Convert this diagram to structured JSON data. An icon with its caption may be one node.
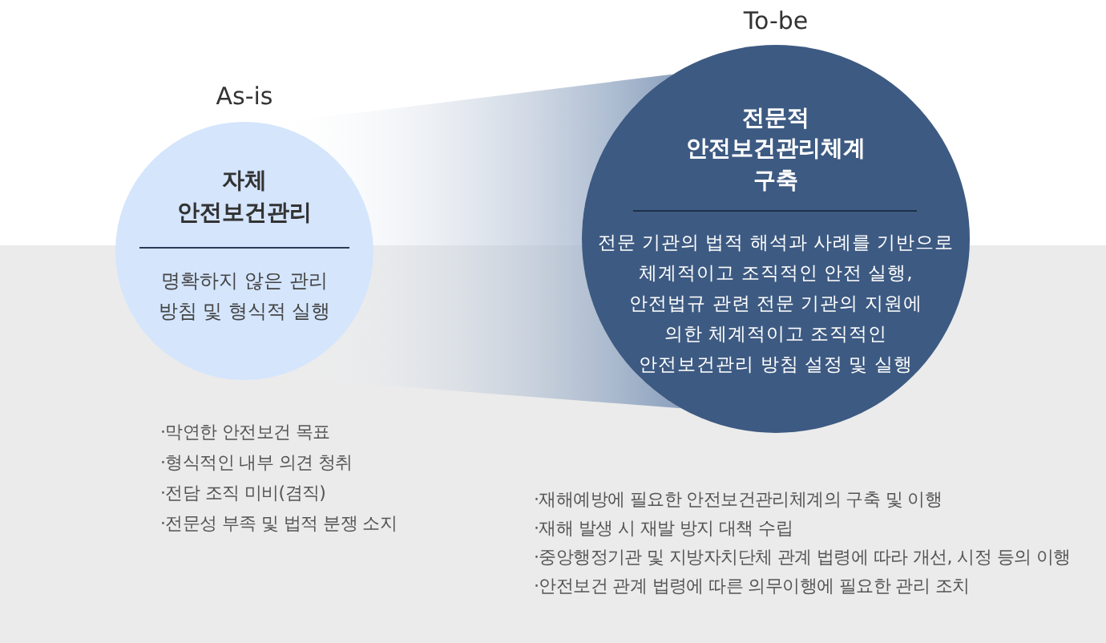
{
  "diagram": {
    "nodes": [
      {
        "text": [
          "As-is",
          "자체 안전보건관리",
          "명확하지 않은 관리 방침 및 형식적 실행"
        ]
      },
      {
        "text": [
          "To-be",
          "전문적 안전보건관리체계 구축",
          "전문 기관의 법적 해석과 사례를 기반으로 체계적이고 조직적인 안전 실행, 안전법규 관련 전문 기관의 지원에 의한 체계적이고 조직적인 안전보건관리 방침 설정 및 실행"
        ]
      }
    ],
    "edges": [
      {
        "from": 0,
        "to": 1,
        "arrow": "none"
      }
    ],
    "labels": [
      "·막연한 안전보건 목표",
      "·형식적인 내부 의견 청취",
      "·전담 조직 미비(겸직)",
      "·전문성 부족 및 법적 분쟁 소지",
      "·재해예방에 필요한 안전보건관리체계의 구축 및 이행",
      "·재해 발생 시 재발 방지 대책 수립",
      "·중앙행정기관 및 지방자치단체 관계 법령에 따라 개선, 시정 등의 이행",
      "·안전보건 관계 법령에 따른 의무이행에 필요한 관리 조치"
    ]
  }
}
